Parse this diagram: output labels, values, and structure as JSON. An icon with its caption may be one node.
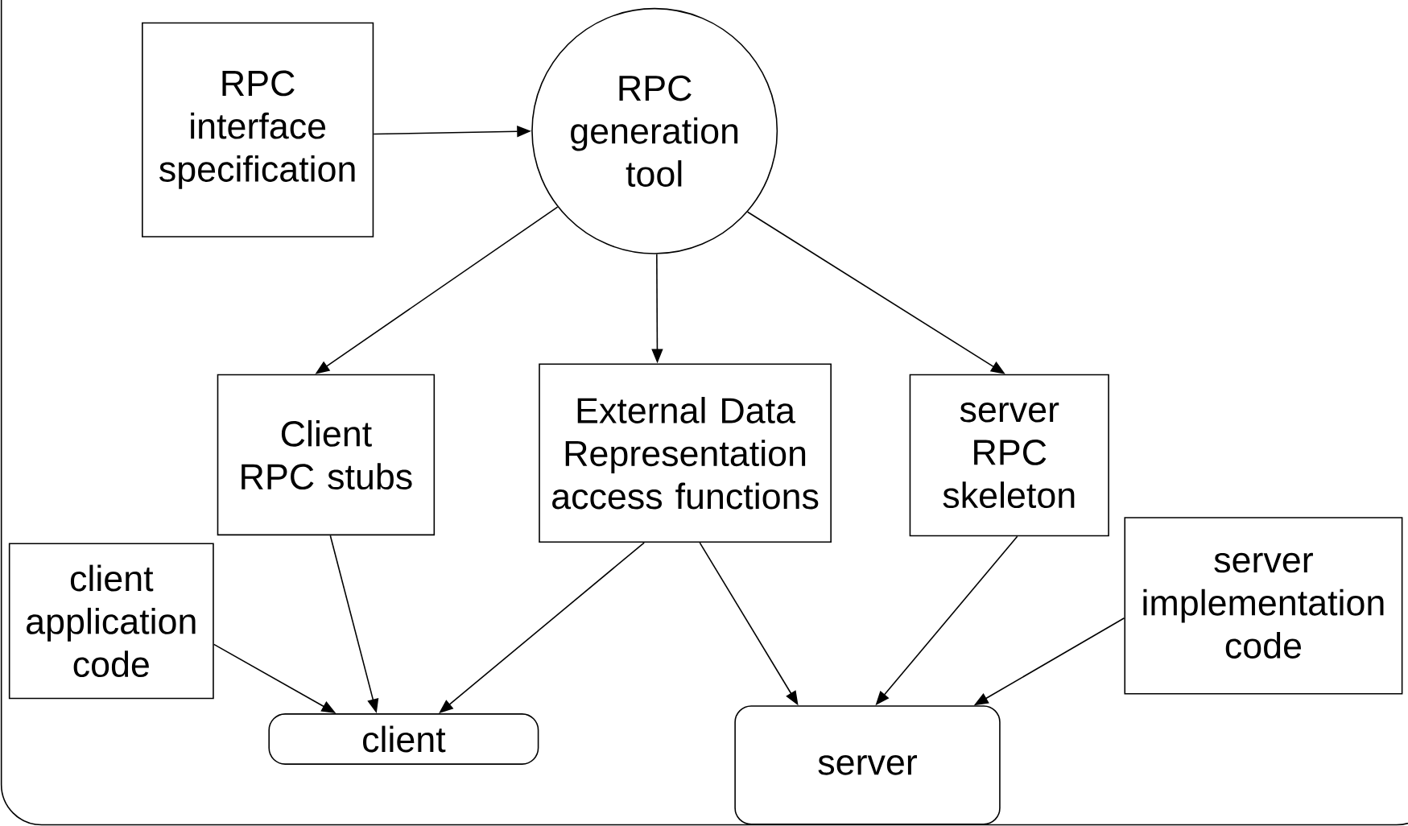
{
  "diagram": {
    "nodes": [
      {
        "text": [
          "RPC interface specification"
        ]
      },
      {
        "text": [
          "RPC generation tool"
        ]
      },
      {
        "text": [
          "Client RPC stubs"
        ]
      },
      {
        "text": [
          "External Data Representation access functions"
        ]
      },
      {
        "text": [
          "server RPC skeleton"
        ]
      },
      {
        "text": [
          "client application code"
        ]
      },
      {
        "text": [
          "server implementation code"
        ]
      },
      {
        "text": [
          "client"
        ]
      },
      {
        "text": [
          "server"
        ]
      }
    ],
    "edges": [
      {
        "from": 0,
        "to": 1,
        "arrow": "to"
      },
      {
        "from": 1,
        "to": 2,
        "arrow": "to"
      },
      {
        "from": 1,
        "to": 3,
        "arrow": "to"
      },
      {
        "from": 1,
        "to": 4,
        "arrow": "to"
      },
      {
        "from": 2,
        "to": 7,
        "arrow": "to"
      },
      {
        "from": 3,
        "to": 7,
        "arrow": "to"
      },
      {
        "from": 5,
        "to": 7,
        "arrow": "to"
      },
      {
        "from": 3,
        "to": 8,
        "arrow": "to"
      },
      {
        "from": 4,
        "to": 8,
        "arrow": "to"
      },
      {
        "from": 6,
        "to": 8,
        "arrow": "to"
      }
    ]
  }
}
